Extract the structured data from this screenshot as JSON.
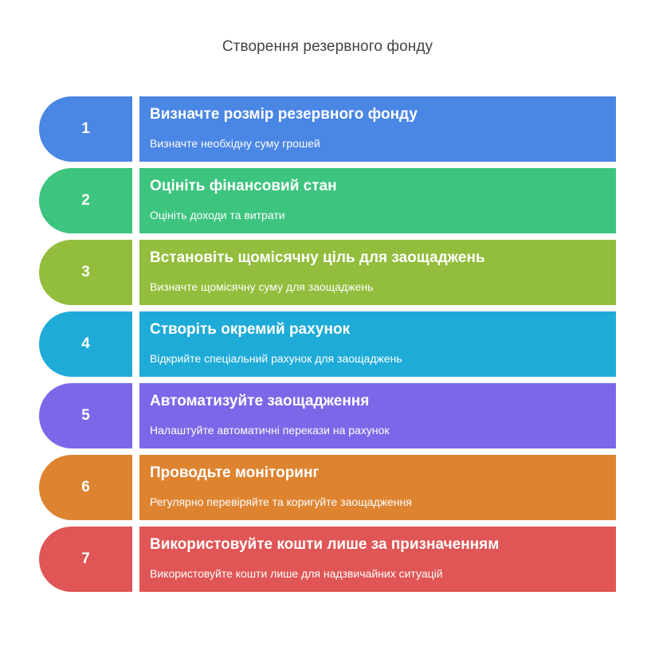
{
  "title": "Створення резервного фонду",
  "steps": [
    {
      "number": "1",
      "title": "Визначте розмір резервного фонду",
      "description": "Визначте необхідну суму грошей",
      "color": "#4a86e4"
    },
    {
      "number": "2",
      "title": "Оцініть фінансовий стан",
      "description": "Оцініть доходи та витрати",
      "color": "#3dc47e"
    },
    {
      "number": "3",
      "title": "Встановіть щомісячну ціль для заощаджень",
      "description": "Визначте щомісячну суму для заощаджень",
      "color": "#93bd3c"
    },
    {
      "number": "4",
      "title": "Створіть окремий рахунок",
      "description": "Відкрийте спеціальний рахунок для заощаджень",
      "color": "#1fabd8"
    },
    {
      "number": "5",
      "title": "Автоматизуйте заощадження",
      "description": "Налаштуйте автоматичні перекази на рахунок",
      "color": "#7b68e8"
    },
    {
      "number": "6",
      "title": "Проводьте моніторинг",
      "description": "Регулярно перевіряйте та коригуйте заощадження",
      "color": "#de8431"
    },
    {
      "number": "7",
      "title": "Використовуйте кошти лише за призначенням",
      "description": "Використовуйте кошти лише для надзвичайних ситуацій",
      "color": "#e05555"
    }
  ]
}
